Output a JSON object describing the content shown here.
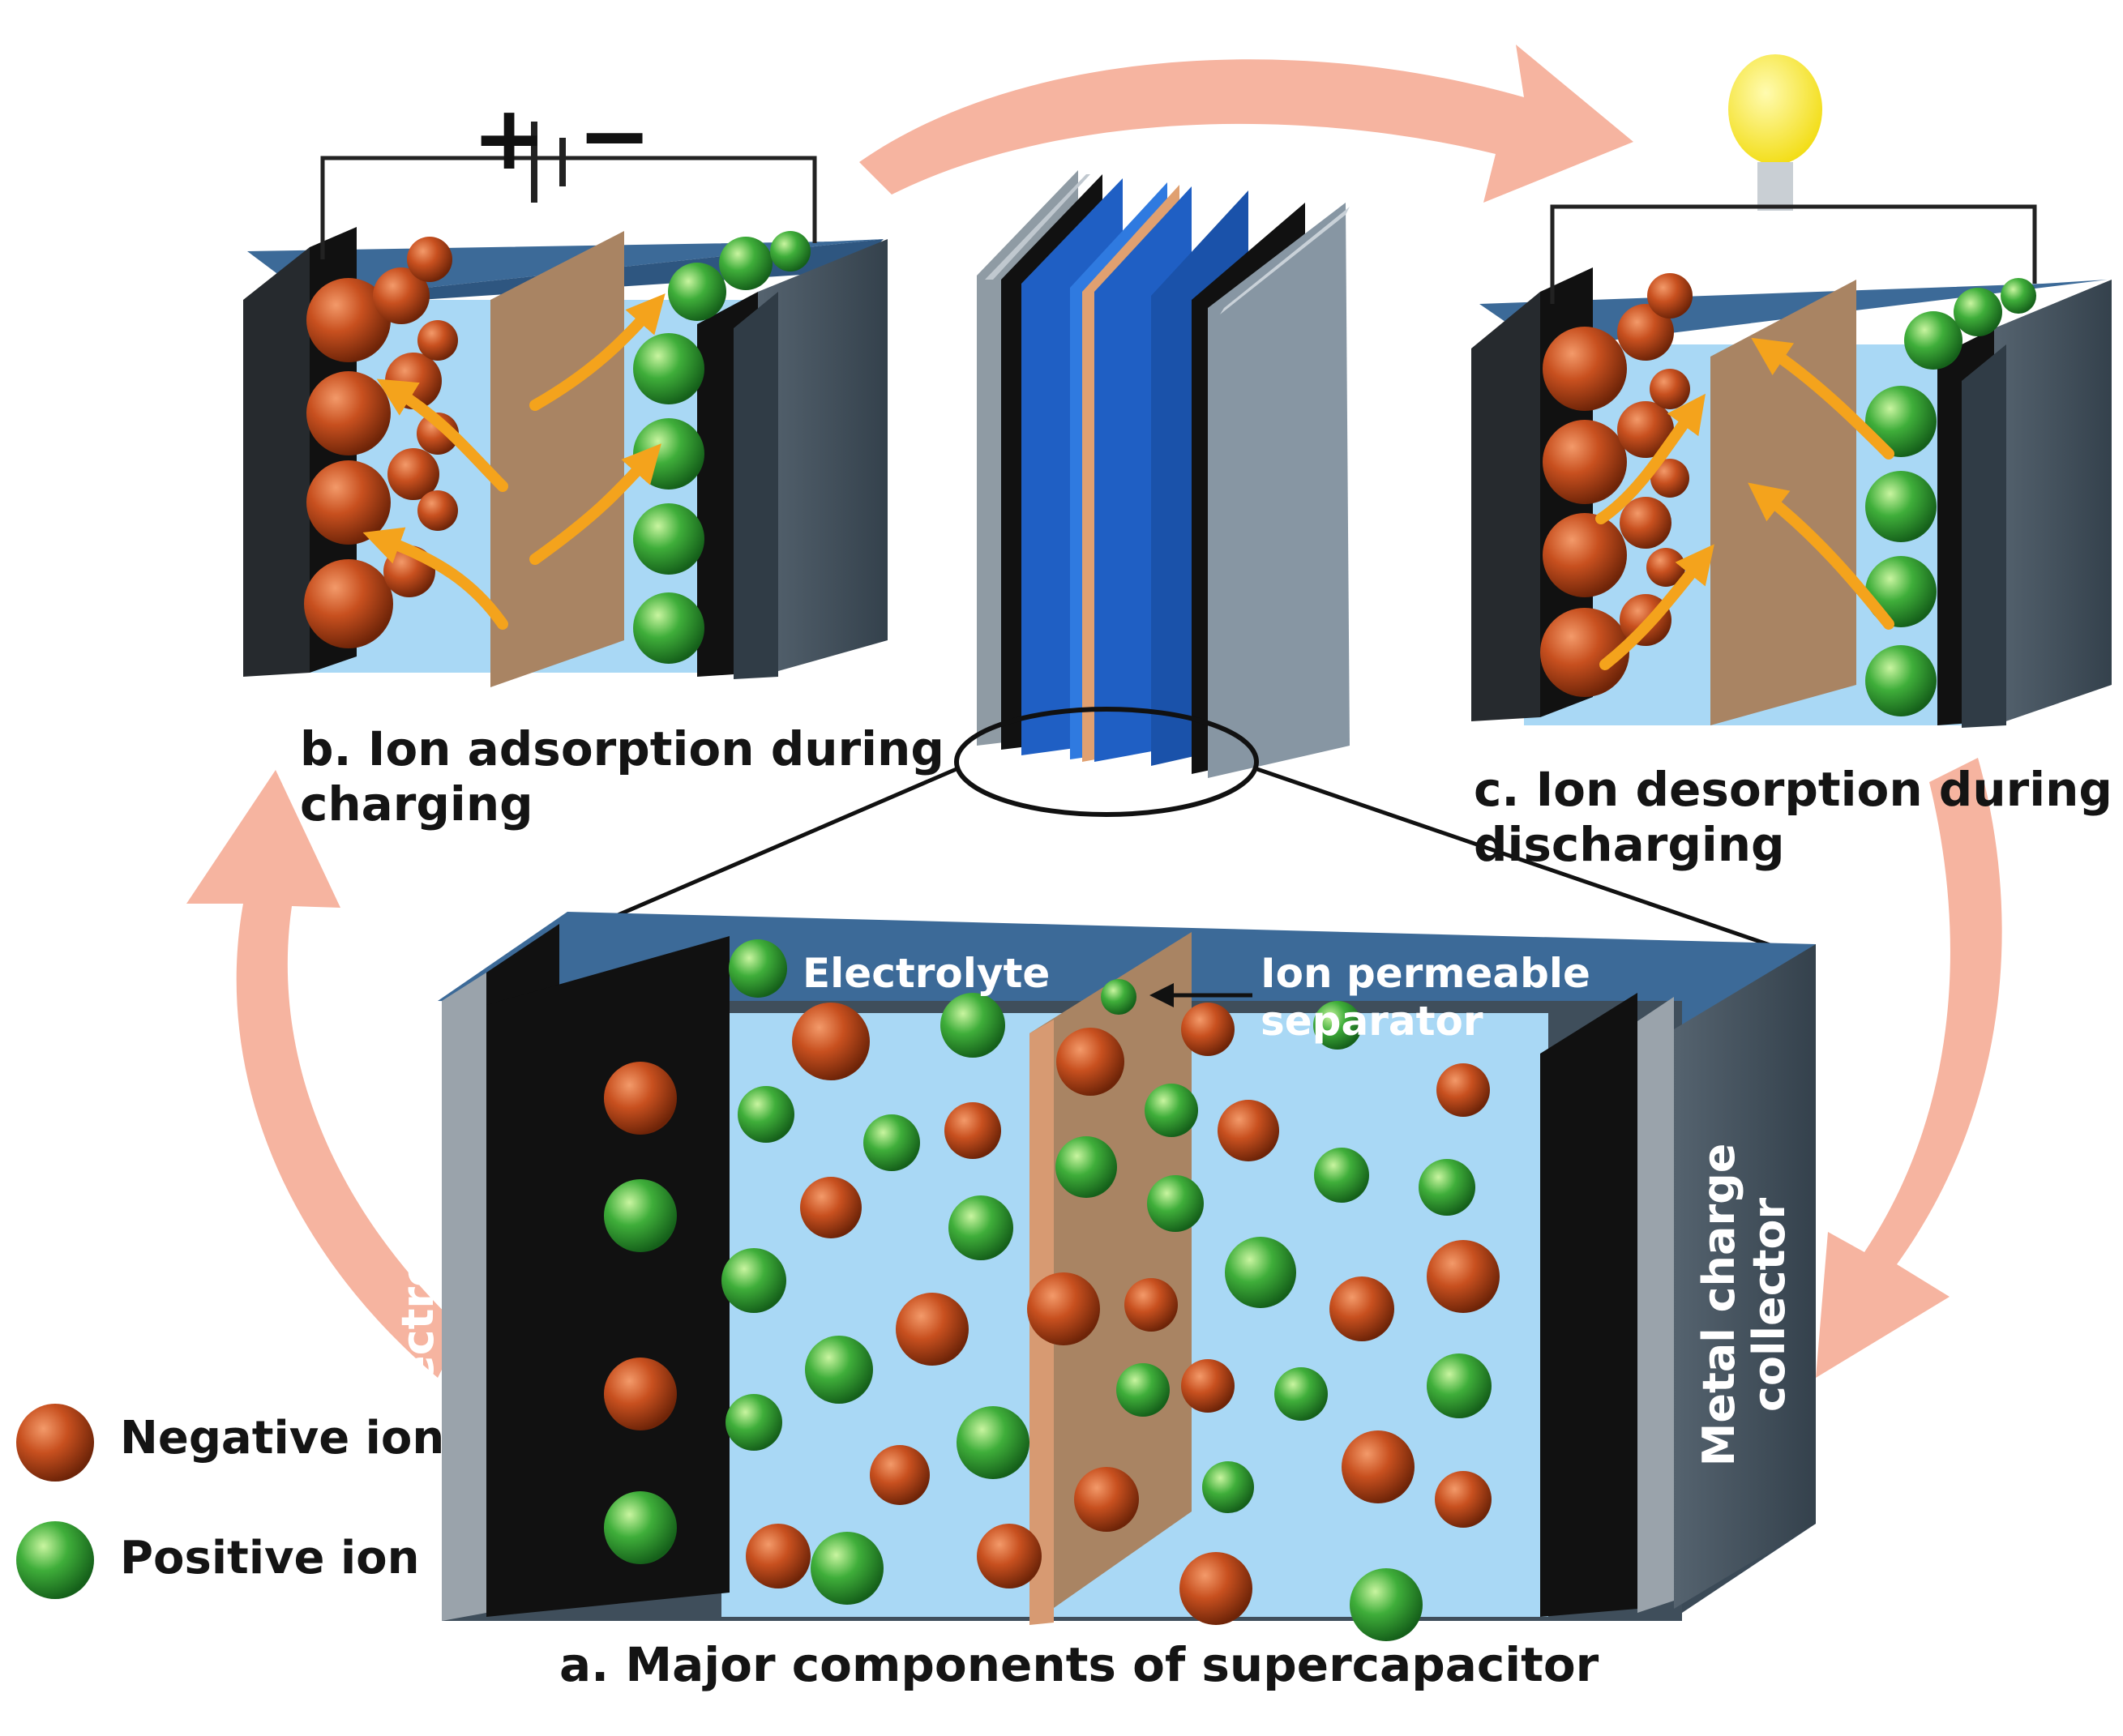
{
  "labels": {
    "panel_b": [
      "b. Ion adsorption during",
      "charging"
    ],
    "panel_c": [
      "c. Ion desorption during",
      "discharging"
    ],
    "panel_a": "a. Major components of supercapacitor",
    "electrolyte": "Electrolyte",
    "separator": [
      "Ion permeable",
      "separator"
    ],
    "electrode": "Electrode",
    "metal_collector": [
      "Metal charge",
      "collector"
    ],
    "plus_sign": "+",
    "minus_sign": "−"
  },
  "legend": {
    "negative": "Negative ion",
    "positive": "Positive ion"
  },
  "colors": {
    "negative_ion": "#c04a1c",
    "positive_ion": "#3aa63a",
    "electrolyte": "#a9d8f5",
    "electrolyte_top": "#3c6a98",
    "electrode": "#111111",
    "separator": "#a98463",
    "collector": "#9aa3ab",
    "case": "#3f4e5b",
    "cycle_arrow": "#f6b4a0",
    "flow_arrow": "#f4a31c",
    "bulb": "#f5e31a",
    "stack_blue": "#1f5fc4"
  }
}
